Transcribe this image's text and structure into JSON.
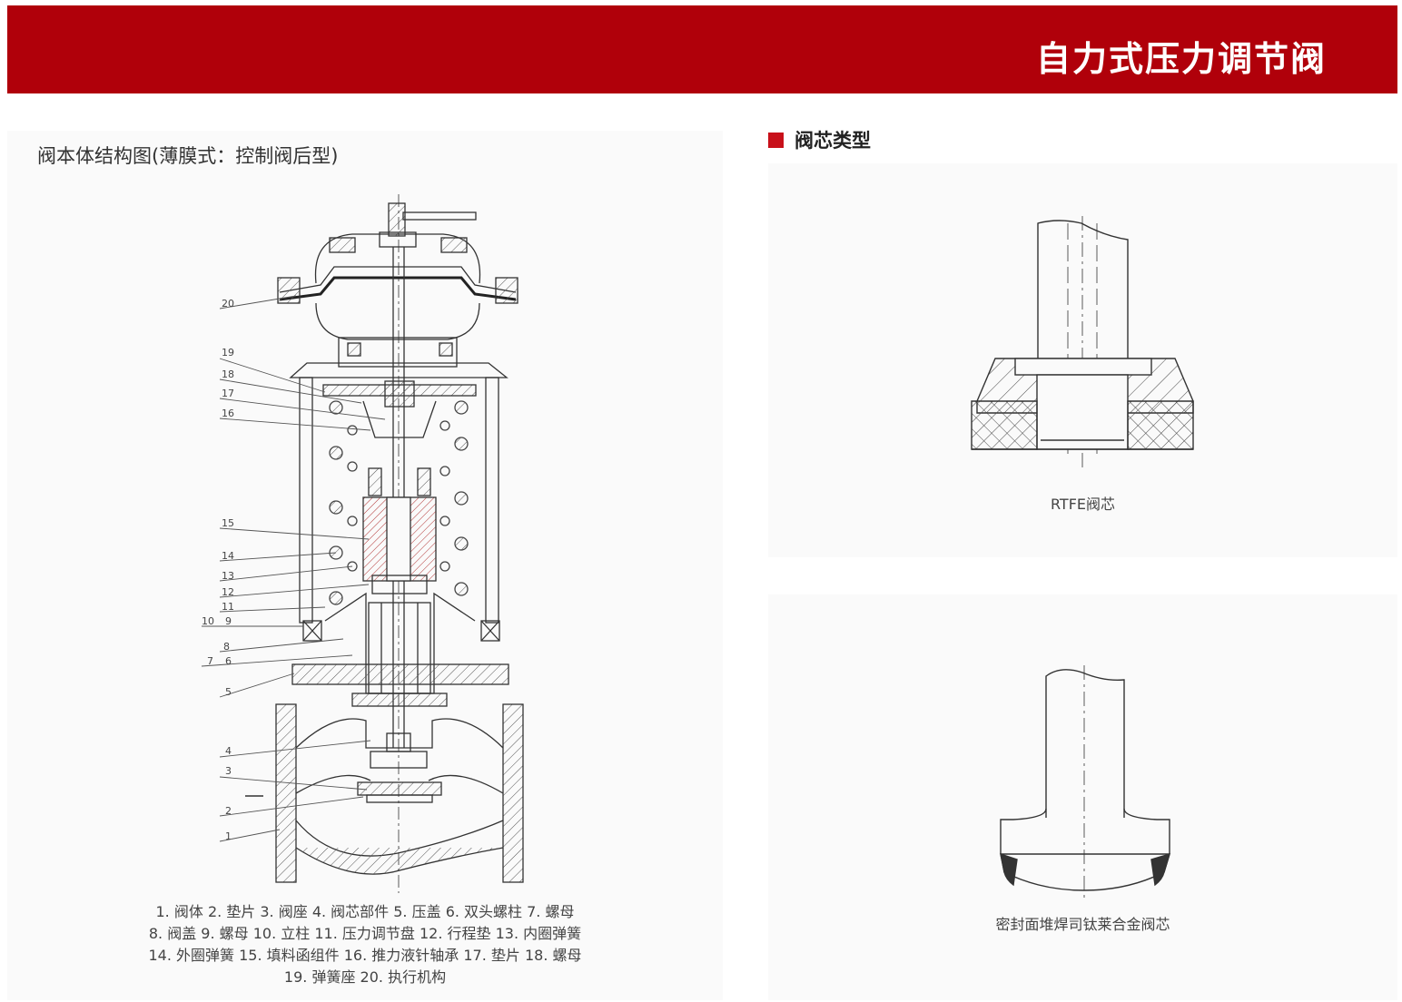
{
  "banner": {
    "title": "自力式压力调节阀"
  },
  "left": {
    "title": "阀本体结构图(薄膜式：控制阀后型)",
    "callouts": [
      "20",
      "19",
      "18",
      "17",
      "16",
      "15",
      "14",
      "13",
      "12",
      "11",
      "10",
      "9",
      "8",
      "7",
      "6",
      "5",
      "4",
      "3",
      "2",
      "1"
    ],
    "legend_lines": [
      "1. 阀体  2. 垫片  3. 阀座  4. 阀芯部件  5. 压盖  6. 双头螺柱  7. 螺母",
      "8. 阀盖  9. 螺母  10. 立柱  11. 压力调节盘  12. 行程垫  13. 内圈弹簧",
      "14. 外圈弹簧  15. 填料函组件  16. 推力液针轴承  17. 垫片  18. 螺母",
      "19. 弹簧座  20. 执行机构"
    ]
  },
  "right": {
    "heading": "阀芯类型",
    "cores": [
      {
        "caption": "RTFE阀芯"
      },
      {
        "caption": "密封面堆焊司钛莱合金阀芯"
      }
    ]
  },
  "colors": {
    "banner": "#b0000a",
    "accent": "#c8101a",
    "line": "#333333"
  }
}
